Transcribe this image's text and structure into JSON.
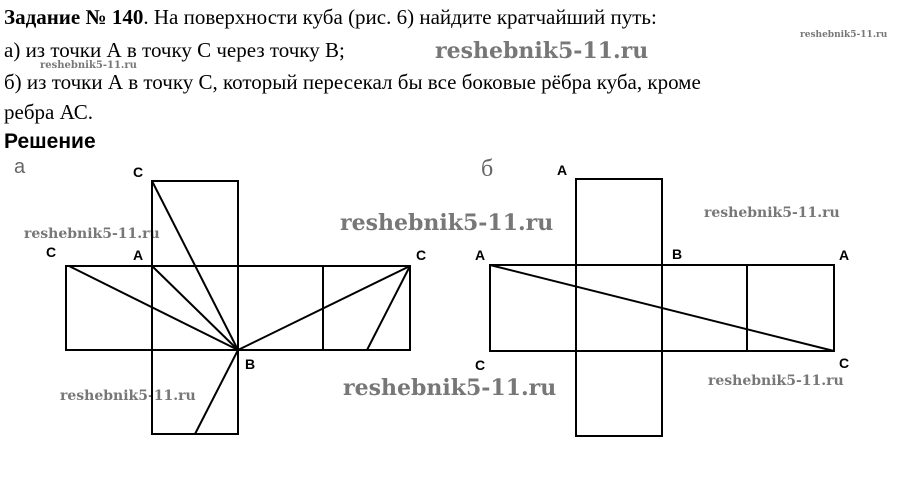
{
  "task": {
    "title": "Задание № 140",
    "intro": ". На поверхности куба (рис. 6) найдите кратчайший путь:",
    "part_a": "а) из точки А в точку С через точку В;",
    "part_b": "б) из точки А в точку С, который пересекал бы все боковые рёбра куба, кроме",
    "part_b_cont": "ребра АС."
  },
  "solution_heading": "Решение",
  "watermark": "reshebnik5-11.ru",
  "figure_a": {
    "label": "а",
    "points": {
      "c_top": "C",
      "c_left": "C",
      "a": "A",
      "c_right": "C",
      "b": "B"
    }
  },
  "figure_b": {
    "label": "б",
    "points": {
      "a_top": "A",
      "a_left": "A",
      "b": "B",
      "a_right": "A",
      "c_left": "C",
      "c_right": "C"
    }
  }
}
